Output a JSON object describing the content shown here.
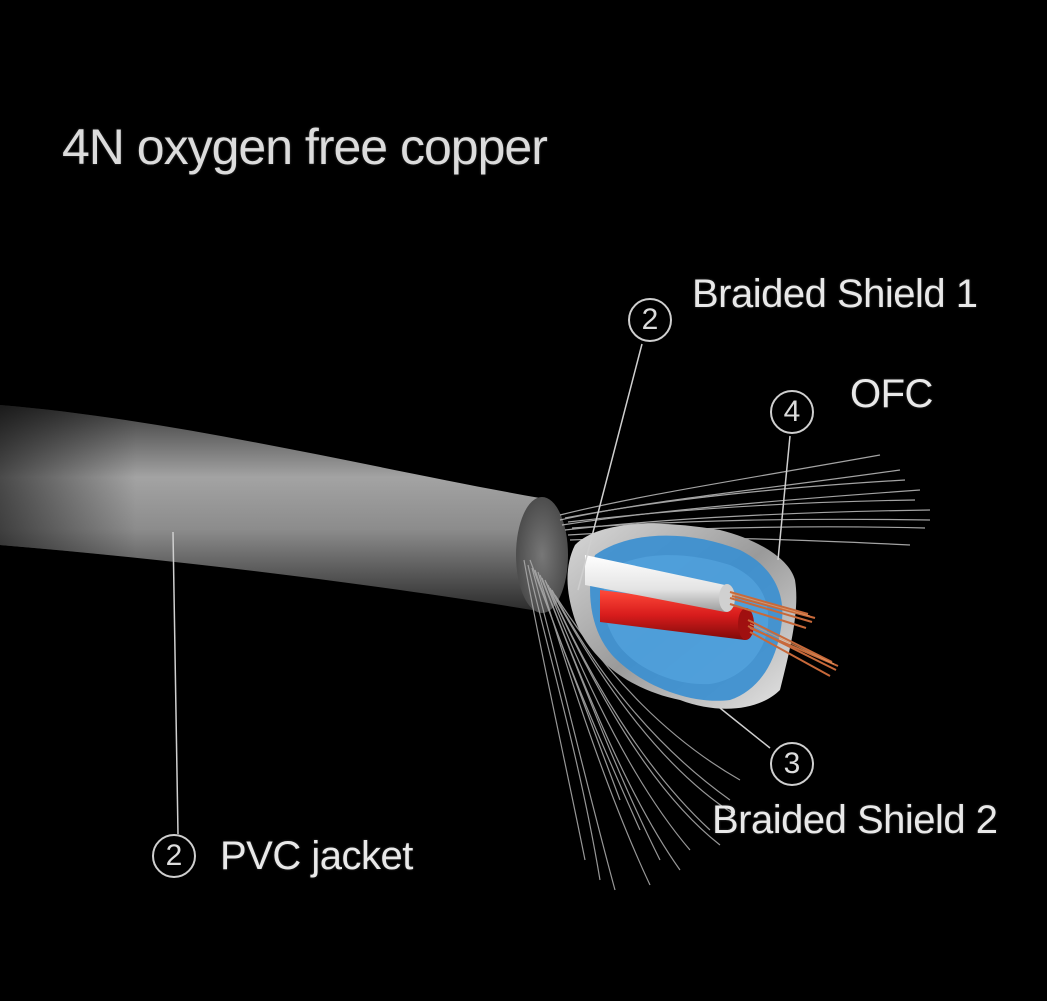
{
  "title": "4N oxygen free copper",
  "callouts": [
    {
      "id": "braided-shield-1",
      "number": "2",
      "label": "Braided Shield 1"
    },
    {
      "id": "ofc",
      "number": "4",
      "label": "OFC"
    },
    {
      "id": "braided-shield-2",
      "number": "3",
      "label": "Braided Shield 2"
    },
    {
      "id": "pvc-jacket",
      "number": "2",
      "label": "PVC jacket"
    }
  ],
  "colors": {
    "background": "#000000",
    "jacket": "#8a8a8a",
    "foil_blue": "#3b8fd0",
    "conductor_white": "#f2f2f2",
    "conductor_red": "#d81c1c",
    "copper": "#c8693a",
    "text": "#e9e9e9"
  }
}
